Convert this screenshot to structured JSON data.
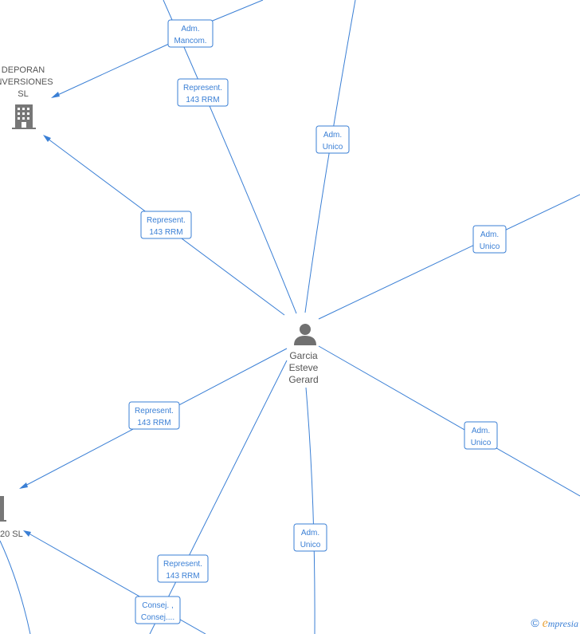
{
  "center_person": {
    "name_lines": [
      "Garcia",
      "Esteve",
      "Gerard"
    ],
    "icon": "person-icon"
  },
  "companies": [
    {
      "id": "deporan",
      "name_lines": [
        "DEPORAN",
        "INVERSIONES",
        "SL"
      ],
      "icon": "building-icon"
    },
    {
      "id": "c20",
      "name_lines": [
        "20  SL"
      ],
      "icon": "building-icon"
    }
  ],
  "edges": [
    {
      "id": "e1",
      "label_lines": [
        "Adm.",
        "Mancom."
      ]
    },
    {
      "id": "e2",
      "label_lines": [
        "Represent.",
        "143 RRM"
      ]
    },
    {
      "id": "e3",
      "label_lines": [
        "Adm.",
        "Unico"
      ]
    },
    {
      "id": "e4",
      "label_lines": [
        "Represent.",
        "143 RRM"
      ]
    },
    {
      "id": "e5",
      "label_lines": [
        "Adm.",
        "Unico"
      ]
    },
    {
      "id": "e6",
      "label_lines": [
        "Represent.",
        "143 RRM"
      ]
    },
    {
      "id": "e7",
      "label_lines": [
        "Adm.",
        "Unico"
      ]
    },
    {
      "id": "e8",
      "label_lines": [
        "Represent.",
        "143 RRM"
      ]
    },
    {
      "id": "e9",
      "label_lines": [
        "Adm.",
        "Unico"
      ]
    },
    {
      "id": "e10",
      "label_lines": [
        "Consej. ,",
        "Consej...."
      ]
    }
  ],
  "brand": {
    "copyright_symbol": "©",
    "name_initial": "e",
    "name_rest": "mpresia"
  },
  "colors": {
    "edge": "#3a7fd5",
    "node_text": "#555555",
    "icon": "#707070"
  }
}
